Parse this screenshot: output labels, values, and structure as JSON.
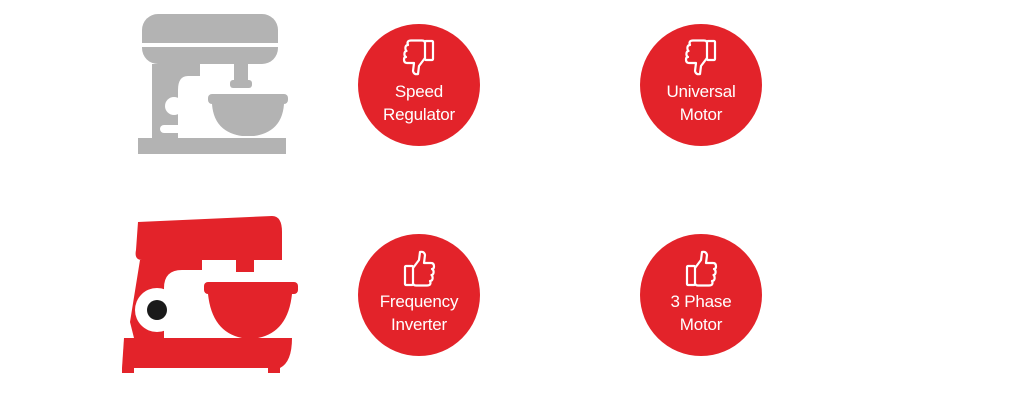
{
  "colors": {
    "accent": "#e3232a",
    "grey": "#b3b3b3",
    "white": "#ffffff",
    "dark": "#1a1a1a"
  },
  "rows": [
    {
      "mixer": {
        "icon": "stand-mixer-icon",
        "color": "grey"
      },
      "badges": [
        {
          "icon": "thumbs-down-icon",
          "line1": "Speed",
          "line2": "Regulator"
        },
        {
          "icon": "thumbs-down-icon",
          "line1": "Universal",
          "line2": "Motor"
        }
      ]
    },
    {
      "mixer": {
        "icon": "stand-mixer-icon",
        "color": "red"
      },
      "badges": [
        {
          "icon": "thumbs-up-icon",
          "line1": "Frequency",
          "line2": "Inverter"
        },
        {
          "icon": "thumbs-up-icon",
          "line1": "3 Phase",
          "line2": "Motor"
        }
      ]
    }
  ]
}
